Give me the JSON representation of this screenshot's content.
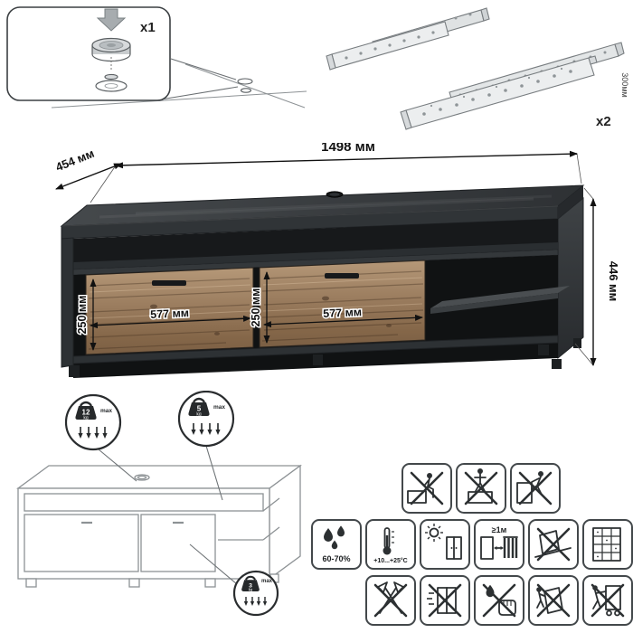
{
  "hardware": {
    "foot": {
      "qty": "x1"
    },
    "slides": {
      "qty": "x2",
      "length": "300мм"
    }
  },
  "dimensions": {
    "width": "1498 мм",
    "depth": "454 мм",
    "height": "446 мм",
    "drawer_left_width": "577 мм",
    "drawer_right_width": "577 мм",
    "drawer_left_height": "250 мм",
    "drawer_right_height": "250 мм"
  },
  "load_limits": {
    "top_surface": {
      "value": "12",
      "unit": "kg",
      "label": "max"
    },
    "shelf": {
      "value": "5",
      "unit": "kg",
      "label": "max"
    },
    "drawer": {
      "value": "3",
      "unit": "kg",
      "label": "max"
    }
  },
  "conditions": {
    "humidity": "60-70%",
    "temperature": "+10...+25°С",
    "heat_distance": "≥1м"
  },
  "icon_tiles": {
    "row1": [
      "no-sit-on-edge",
      "no-stand-on-top",
      "no-climb"
    ],
    "row2": [
      "humidity",
      "temperature",
      "no-direct-sunlight",
      "keep-1m-from-heat",
      "no-uneven-floor",
      "shelving-unit"
    ],
    "row3": [
      "no-sharp-tools",
      "no-drag",
      "no-moisture",
      "no-push-tilt",
      "no-move-loaded"
    ]
  },
  "colors": {
    "dark_wood": "#33373a",
    "light_wood": "#9c7f63",
    "dimension_line": "#111111",
    "outline_gray": "#8d9295"
  }
}
